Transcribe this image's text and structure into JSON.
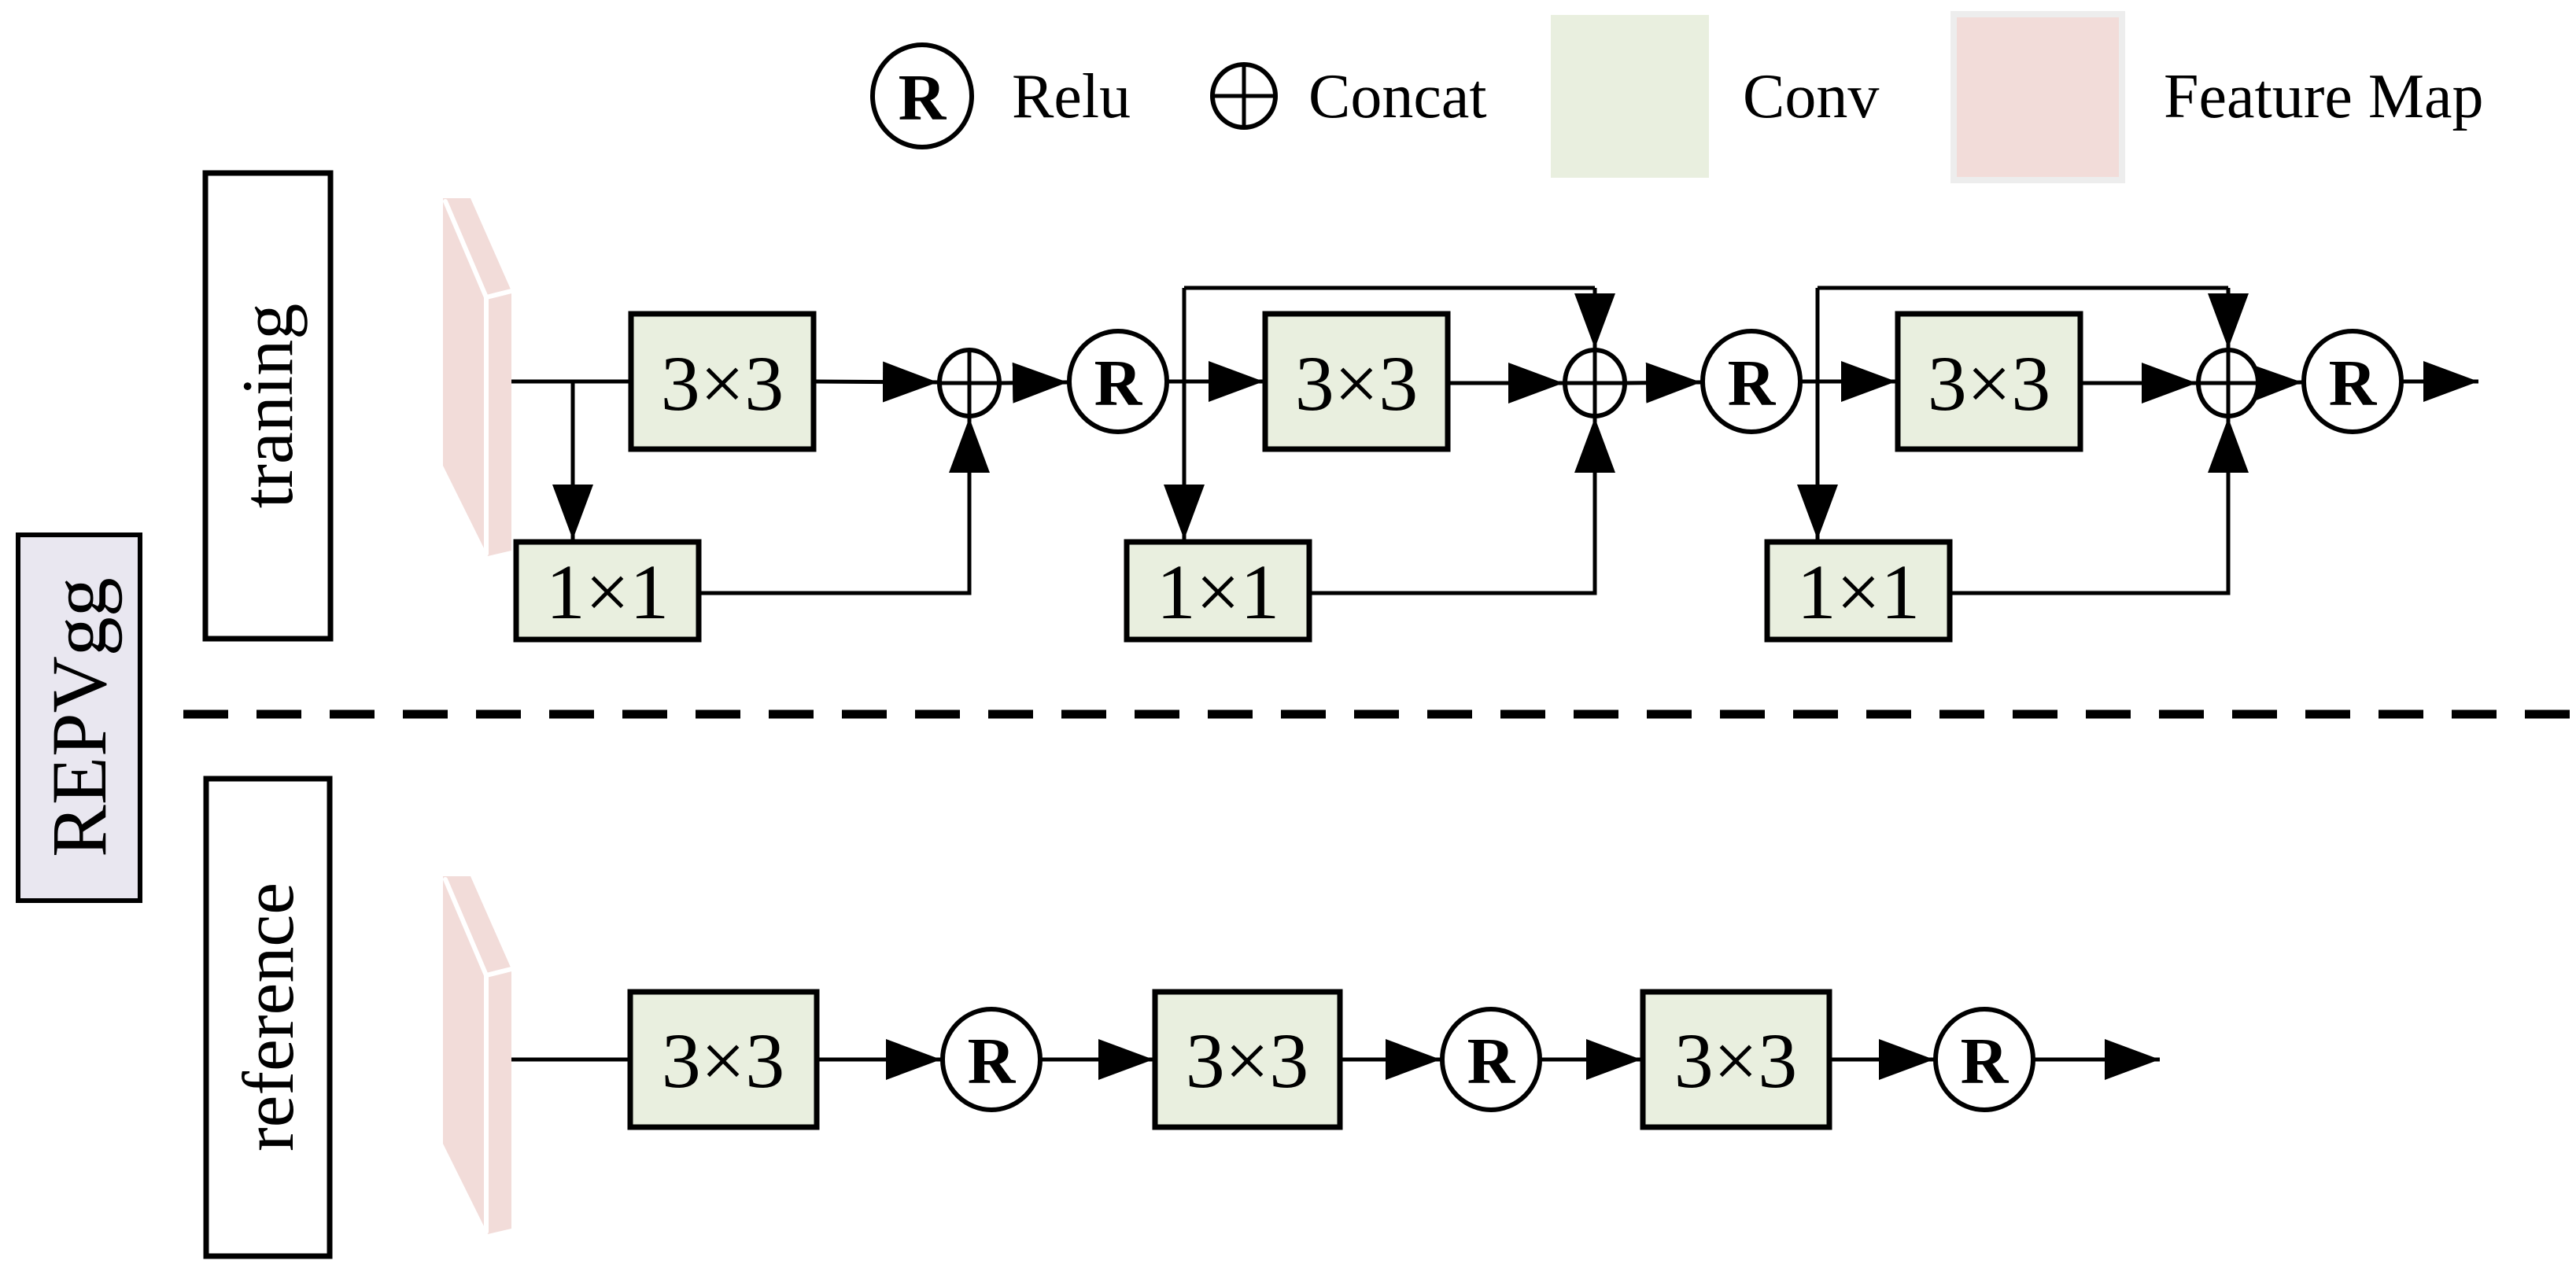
{
  "legend": {
    "relu_symbol": "R",
    "relu_label": "Relu",
    "concat_label": "Concat",
    "conv_label": "Conv",
    "feature_map_label": "Feature Map"
  },
  "model_label": "REPVgg",
  "rows": {
    "training": {
      "label": "traning"
    },
    "inference": {
      "label": "reference"
    }
  },
  "nodes": {
    "conv3x3": "3×3",
    "conv1x1": "1×1",
    "relu": "R"
  },
  "colors": {
    "conv_fill": "#e9efdf",
    "feature_map_fill": "#f2dcd9",
    "model_box_fill": "#e9e7f0",
    "legend_pink_border": "#ededed",
    "line_color": "#000000",
    "background": "#ffffff"
  }
}
